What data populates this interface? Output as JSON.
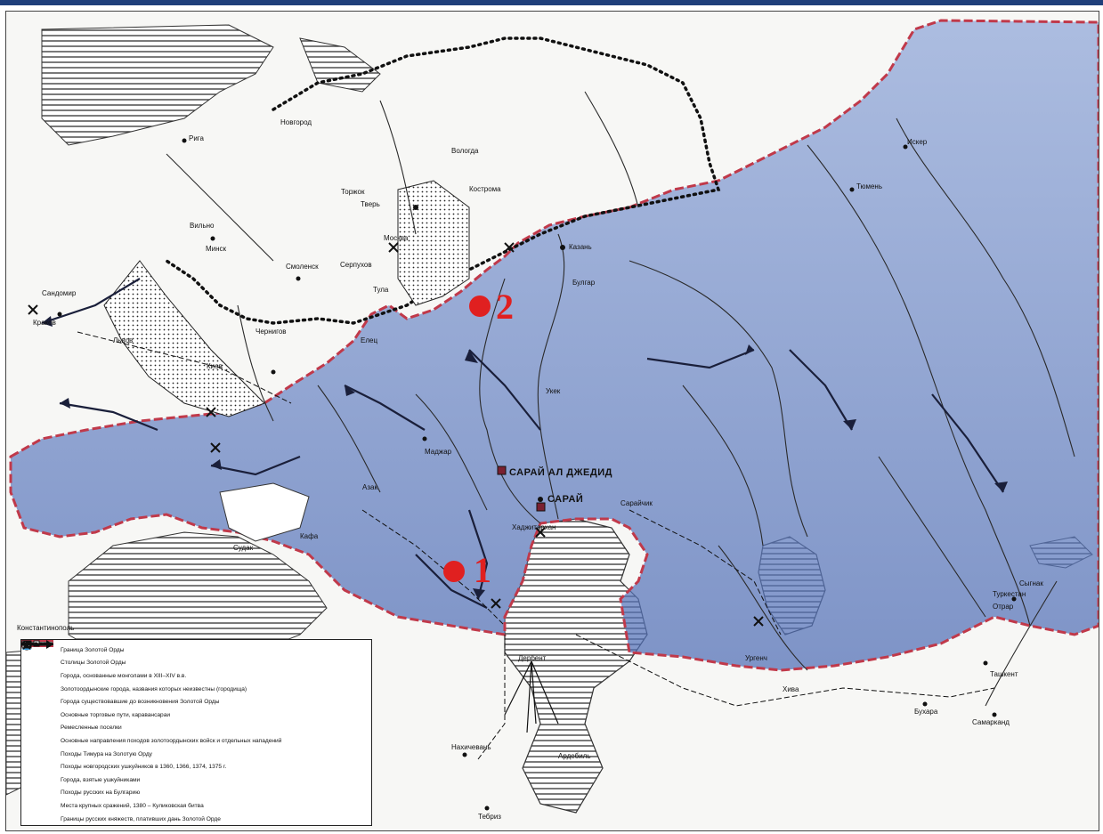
{
  "colors": {
    "horde_fill": "#5e7cc4",
    "horde_border": "#c0394a",
    "marker": "#e02020",
    "sea": "#d9d9d9",
    "water_lines": "#3a3a3a"
  },
  "markers": [
    {
      "label": "1"
    },
    {
      "label": "2"
    }
  ],
  "places": {
    "saray_berke": "САРАЙ АЛ ДЖЕДИД",
    "saray": "САРАЙ",
    "kazan": "Казань",
    "moscow": "Москва",
    "novgorod": "Новгород",
    "riga": "Рига",
    "krakow": "Краков",
    "kiev": "Киев",
    "chernigov": "Чернигов",
    "vologda": "Вологда",
    "kostroma": "Кострома",
    "tver": "Тверь",
    "torzhok": "Торжок",
    "smolensk": "Смоленск",
    "vilno": "Вильно",
    "minsk": "Минск",
    "serpukhov": "Серпухов",
    "tula": "Тула",
    "yelets": "Елец",
    "lvov": "Львов",
    "sandomir": "Сандомир",
    "sighnak": "Сыгнак",
    "turkestan": "Туркестан",
    "otrar": "Отрар",
    "tashkent": "Ташкент",
    "bukhara": "Бухара",
    "samarkand": "Самарканд",
    "urgench": "Ургенч",
    "khiva": "Хива",
    "derbent": "Дербент",
    "tebriz": "Тебриз",
    "konstantinopol": "Константинополь",
    "isker": "Искер",
    "tyumen": "Тюмень",
    "bulgar": "Булгар",
    "ukek": "Укек",
    "azak": "Азак",
    "kaffa": "Кафа",
    "sudak": "Судак",
    "khadzhitarkhan": "Хаджитархан",
    "saraichik": "Сарайчик",
    "maydzhar": "Маджар",
    "nakhichevan": "Нахичевань",
    "ardebil": "Ардебиль"
  },
  "legend": [
    {
      "icon": "horde-border",
      "text": "Граница Золотой Орды"
    },
    {
      "icon": "capital-dot",
      "text": "Столицы Золотой Орды"
    },
    {
      "icon": "yellow-dot",
      "text": "Города, основанные монголами в XIII–XIV в.в."
    },
    {
      "icon": "blue-triangle",
      "text": "Золотоордынские города, названия которых неизвестны (городища)"
    },
    {
      "icon": "green-dot",
      "text": "Города существовавшие до возникновения Золотой Орды"
    },
    {
      "icon": "trade-route",
      "text": "Основные торговые пути, каравансараи"
    },
    {
      "icon": "craft-settlement",
      "text": "Ремесленные поселки"
    },
    {
      "icon": "campaign-arrow",
      "text": "Основные направления походов золотоордынских войск и отдельных нападений"
    },
    {
      "icon": "timur-arrow",
      "text": "Походы Тимура на Золотую Орду"
    },
    {
      "icon": "novgorod-arrow",
      "text": "Походы новгородских ушкуйников в 1360, 1366, 1374, 1375 г."
    },
    {
      "icon": "taken-city",
      "text": "Города, взятые ушкуйниками"
    },
    {
      "icon": "russian-arrow",
      "text": "Походы русских на Булгарию"
    },
    {
      "icon": "battle-cross",
      "text": "Места крупных сражений,      1380 – Куликовская битва"
    },
    {
      "icon": "russian-border",
      "text": "Границы русских княжеств, плативших дань Золотой Орде"
    }
  ]
}
